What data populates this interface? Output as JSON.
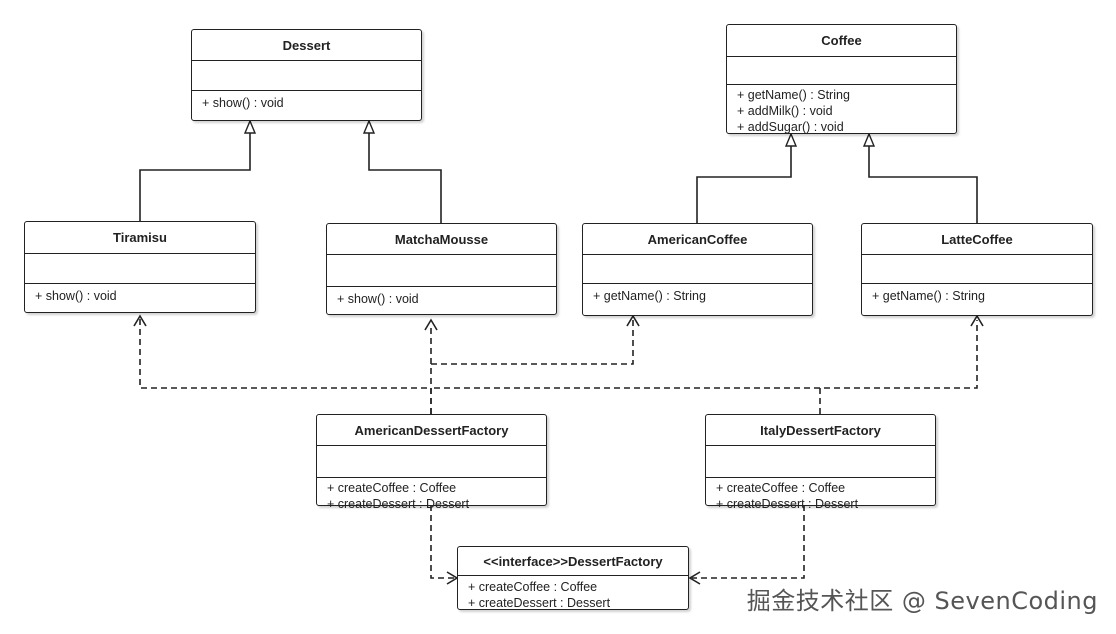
{
  "classes": {
    "dessert": {
      "name": "Dessert",
      "methods": [
        "+ show() : void"
      ]
    },
    "coffee": {
      "name": "Coffee",
      "methods": [
        "+ getName() : String",
        "+ addMilk() : void",
        "+ addSugar() : void"
      ]
    },
    "tiramisu": {
      "name": "Tiramisu",
      "methods": [
        "+ show() : void"
      ]
    },
    "matcha": {
      "name": "MatchaMousse",
      "methods": [
        "+ show() : void"
      ]
    },
    "american_coffee": {
      "name": "AmericanCoffee",
      "methods": [
        "+ getName() : String"
      ]
    },
    "latte": {
      "name": "LatteCoffee",
      "methods": [
        "+ getName() : String"
      ]
    },
    "american_factory": {
      "name": "AmericanDessertFactory",
      "methods": [
        "+ createCoffee : Coffee",
        "+ createDessert : Dessert"
      ]
    },
    "italy_factory": {
      "name": "ItalyDessertFactory",
      "methods": [
        "+ createCoffee : Coffee",
        "+ createDessert : Dessert"
      ]
    },
    "dessert_factory": {
      "name": "<<interface>>DessertFactory",
      "methods": [
        "+ createCoffee : Coffee",
        "+ createDessert : Dessert"
      ]
    }
  },
  "watermark": "掘金技术社区 @ SevenCoding"
}
